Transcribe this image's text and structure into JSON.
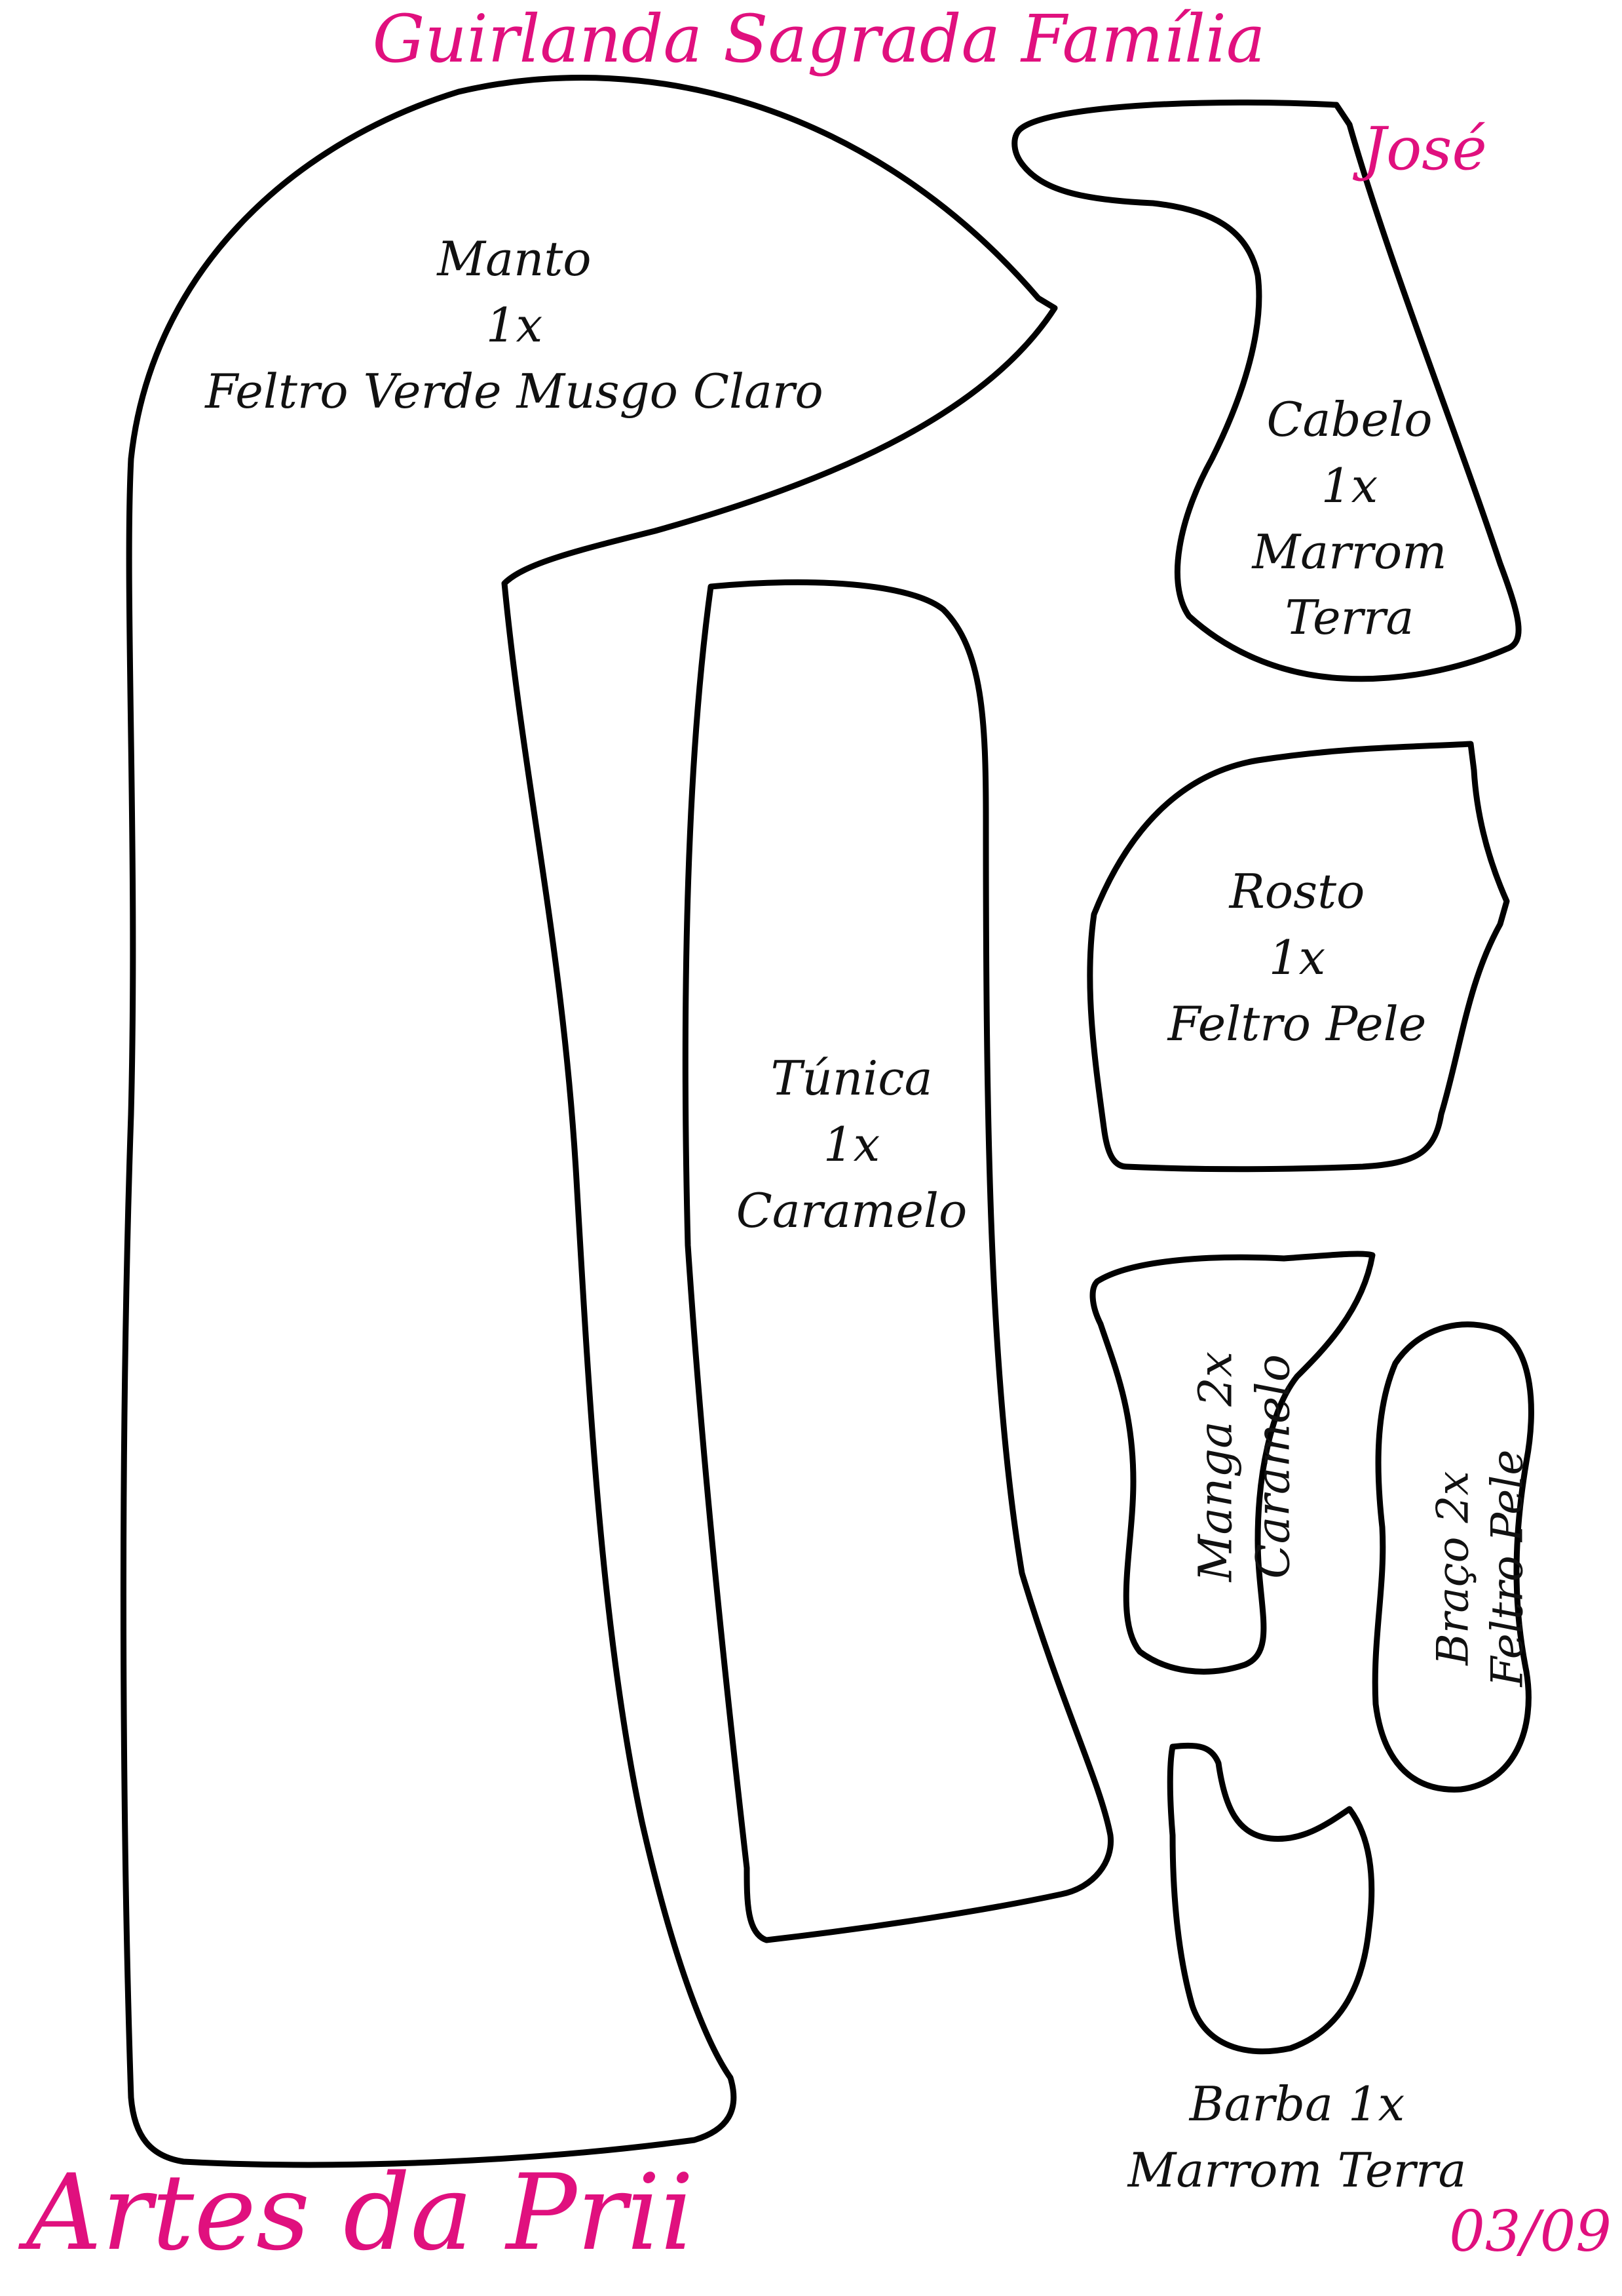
{
  "title": "Guirlanda Sagrada Família",
  "character": "José",
  "brand": "Artes da Prii",
  "date_code": "03/09",
  "pieces": {
    "manto": {
      "name": "Manto",
      "qty": "1x",
      "material": "Feltro Verde Musgo Claro"
    },
    "cabelo": {
      "name": "Cabelo",
      "qty": "1x",
      "material_line1": "Marrom",
      "material_line2": "Terra"
    },
    "rosto": {
      "name": "Rosto",
      "qty": "1x",
      "material": "Feltro Pele"
    },
    "tunica": {
      "name": "Túnica",
      "qty": "1x",
      "material": "Caramelo"
    },
    "manga": {
      "label": "Manga 2x",
      "material": "Caramelo"
    },
    "braco": {
      "label": "Braço 2x",
      "material": "Feltro Pele"
    },
    "barba": {
      "label": "Barba 1x",
      "material": "Marrom Terra"
    }
  },
  "colors": {
    "title": "#e0107e",
    "outline": "#000000"
  }
}
